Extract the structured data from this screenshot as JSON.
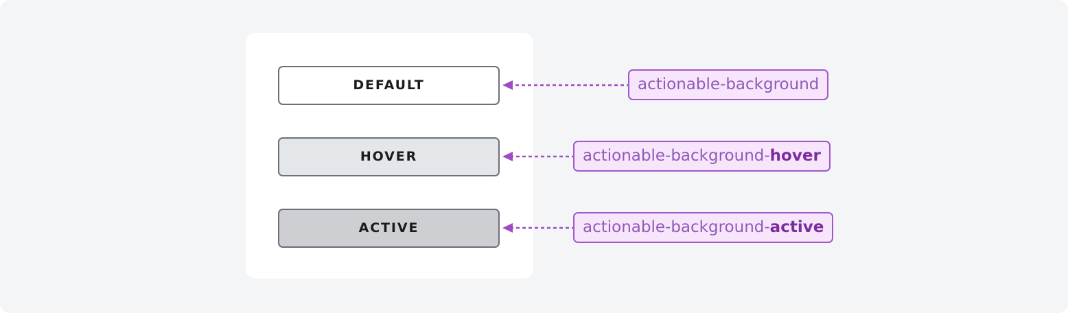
{
  "page": {
    "background_color": "#f4f5f7",
    "card_background_color": "#ffffff"
  },
  "card": {
    "name": "actionable-background-states-card"
  },
  "states": [
    {
      "id": "default",
      "button_label": "DEFAULT",
      "button_fill": "#ffffff",
      "button_border_color": "#6e7078",
      "button_text_color": "#1b1b1b",
      "token_base": "actionable-background",
      "token_suffix": "",
      "chip_background": "#f7e6fb",
      "chip_border_color": "#a257c9",
      "chip_text_color": "#9159b8",
      "connector": "dashed-arrow-left"
    },
    {
      "id": "hover",
      "button_label": "HOVER",
      "button_fill": "#e4e7ea",
      "button_border_color": "#6e7078",
      "button_text_color": "#1b1b1b",
      "token_base": "actionable-background-",
      "token_suffix": "hover",
      "chip_background": "#f7e6fb",
      "chip_border_color": "#a257c9",
      "chip_text_color": "#9159b8",
      "chip_suffix_color": "#7b2d9e",
      "connector": "dashed-arrow-left"
    },
    {
      "id": "active",
      "button_label": "ACTIVE",
      "button_fill": "#cecfd3",
      "button_border_color": "#6e7078",
      "button_text_color": "#1b1b1b",
      "token_base": "actionable-background-",
      "token_suffix": "active",
      "chip_background": "#f7e6fb",
      "chip_border_color": "#a257c9",
      "chip_text_color": "#9159b8",
      "chip_suffix_color": "#7b2d9e",
      "connector": "dashed-arrow-left"
    }
  ],
  "connector_color": "#a04bc4"
}
